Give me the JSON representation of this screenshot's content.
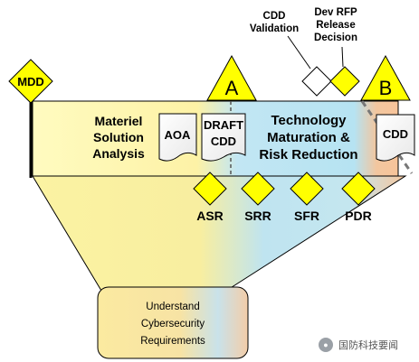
{
  "milestones": {
    "mdd": "MDD",
    "a": "A",
    "b": "B"
  },
  "decisions": {
    "cdd_validation": [
      "CDD",
      "Validation"
    ],
    "dev_rfp": [
      "Dev RFP",
      "Release",
      "Decision"
    ]
  },
  "phases": {
    "msa": [
      "Materiel",
      "Solution",
      "Analysis"
    ],
    "tmrr": [
      "Technology",
      "Maturation &",
      "Risk Reduction"
    ]
  },
  "documents": {
    "aoa": "AOA",
    "draft_cdd": [
      "DRAFT",
      "CDD"
    ],
    "cdd": "CDD"
  },
  "reviews": [
    "ASR",
    "SRR",
    "SFR",
    "PDR"
  ],
  "cyber_box": [
    "Understand",
    "Cybersecurity",
    "Requirements"
  ],
  "watermark": "国防科技要闻",
  "colors": {
    "milestone_fill": "#ffff00",
    "band_yellow": "#fff7a6",
    "band_blue": "#b8e4f4",
    "band_peach": "#f8c8a0"
  }
}
